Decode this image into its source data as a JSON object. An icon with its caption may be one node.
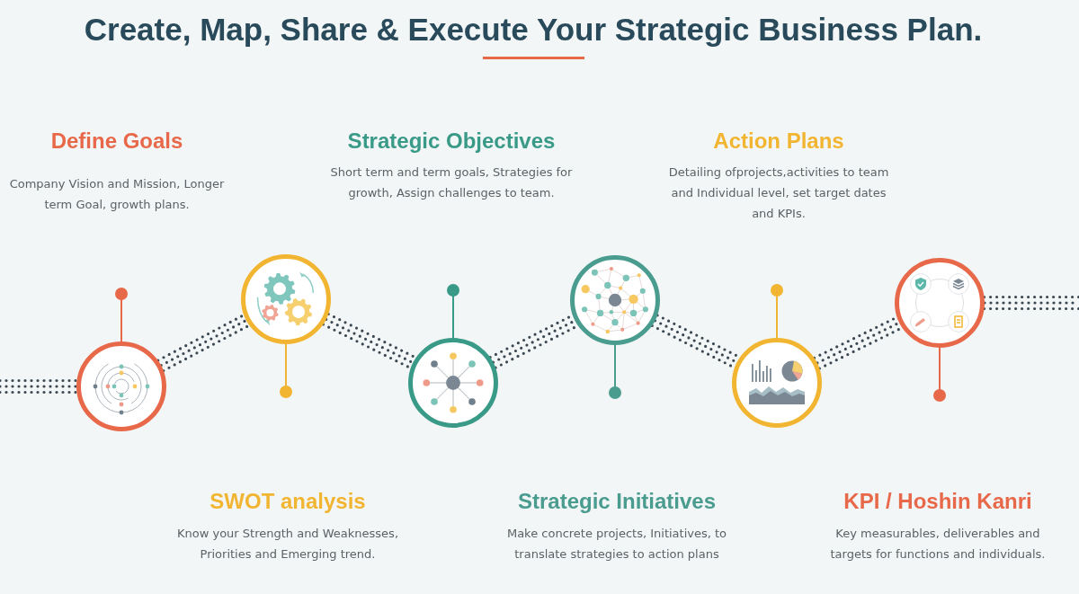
{
  "diagram": {
    "title": "Create, Map, Share & Execute Your Strategic Business Plan.",
    "nodes": [
      {
        "text": [],
        "shape": "circle",
        "beside": [
          "Define Goals",
          "Company Vision and Mission, Longer term Goal, growth plans."
        ]
      },
      {
        "text": [],
        "shape": "circle",
        "beside": [
          "SWOT analysis",
          "Know your Strength and Weaknesses, Priorities and Emerging trend."
        ]
      },
      {
        "text": [],
        "shape": "circle",
        "beside": [
          "Strategic Objectives",
          "Short term and term goals, Strategies for growth, Assign challenges to team."
        ]
      },
      {
        "text": [],
        "shape": "circle",
        "beside": [
          "Strategic Initiatives",
          "Make concrete projects, Initiatives, to translate strategies to action plans"
        ]
      },
      {
        "text": [],
        "shape": "circle",
        "beside": [
          "Action Plans",
          "Detailing ofprojects,activities to team and Individual level, set target dates and KPIs."
        ]
      },
      {
        "text": [],
        "shape": "circle",
        "beside": [
          "KPI / Hoshin Kanri",
          "Key measurables, deliverables and targets for functions and individuals."
        ]
      }
    ],
    "edges": [
      {
        "from": null,
        "to": 0,
        "arrow": "none",
        "style": "dashed"
      },
      {
        "from": 0,
        "to": 1,
        "arrow": "none",
        "style": "dashed"
      },
      {
        "from": 1,
        "to": 2,
        "arrow": "none",
        "style": "dashed"
      },
      {
        "from": 2,
        "to": 3,
        "arrow": "none",
        "style": "dashed"
      },
      {
        "from": 3,
        "to": 4,
        "arrow": "none",
        "style": "dashed"
      },
      {
        "from": 4,
        "to": 5,
        "arrow": "none",
        "style": "dashed"
      },
      {
        "from": 5,
        "to": null,
        "arrow": "none",
        "style": "dashed"
      }
    ]
  }
}
